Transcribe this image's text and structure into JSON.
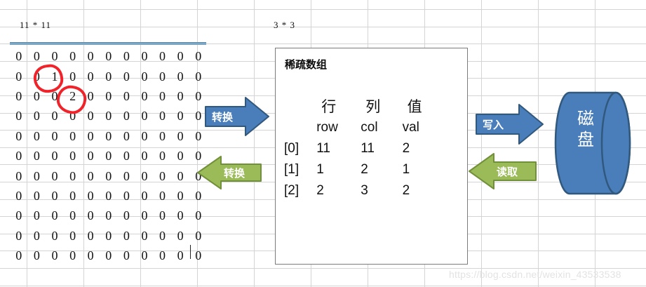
{
  "labels": {
    "matrix_size": "11 * 11",
    "sparse_size": "3 * 3"
  },
  "matrix": {
    "rows": 11,
    "cols": 11,
    "values": [
      [
        "0",
        "0",
        "0",
        "0",
        "0",
        "0",
        "0",
        "0",
        "0",
        "0",
        "0"
      ],
      [
        "0",
        "0",
        "1",
        "0",
        "0",
        "0",
        "0",
        "0",
        "0",
        "0",
        "0"
      ],
      [
        "0",
        "0",
        "0",
        "2",
        "0",
        "0",
        "0",
        "0",
        "0",
        "0",
        "0"
      ],
      [
        "0",
        "0",
        "0",
        "0",
        "0",
        "0",
        "0",
        "0",
        "0",
        "0",
        "0"
      ],
      [
        "0",
        "0",
        "0",
        "0",
        "0",
        "0",
        "0",
        "0",
        "0",
        "0",
        "0"
      ],
      [
        "0",
        "0",
        "0",
        "0",
        "0",
        "0",
        "0",
        "0",
        "0",
        "0",
        "0"
      ],
      [
        "0",
        "0",
        "0",
        "0",
        "0",
        "0",
        "0",
        "0",
        "0",
        "0",
        "0"
      ],
      [
        "0",
        "0",
        "0",
        "0",
        "0",
        "0",
        "0",
        "0",
        "0",
        "0",
        "0"
      ],
      [
        "0",
        "0",
        "0",
        "0",
        "0",
        "0",
        "0",
        "0",
        "0",
        "0",
        "0"
      ],
      [
        "0",
        "0",
        "0",
        "0",
        "0",
        "0",
        "0",
        "0",
        "0",
        "0",
        "0"
      ],
      [
        "0",
        "0",
        "0",
        "0",
        "0",
        "0",
        "0",
        "0",
        "0",
        "0",
        "0"
      ]
    ],
    "annotations": [
      {
        "name": "circled-one",
        "value": "1",
        "row": 1,
        "col": 2,
        "color": "#f0232a"
      },
      {
        "name": "circled-two",
        "value": "2",
        "row": 2,
        "col": 3,
        "color": "#f0232a"
      }
    ]
  },
  "card": {
    "title": "稀疏数组",
    "headers_cn": {
      "index": "",
      "row": "行",
      "col": "列",
      "val": "值"
    },
    "headers_en": {
      "index": "",
      "row": "row",
      "col": "col",
      "val": "val"
    },
    "rows": [
      {
        "index": "[0]",
        "row": "11",
        "col": "11",
        "val": "2"
      },
      {
        "index": "[1]",
        "row": "1",
        "col": "2",
        "val": "1"
      },
      {
        "index": "[2]",
        "row": "2",
        "col": "3",
        "val": "2"
      }
    ]
  },
  "arrows": {
    "convert_forward": {
      "label": "转换",
      "direction": "right",
      "color": "#4a7ebb"
    },
    "convert_back": {
      "label": "转换",
      "direction": "left",
      "color": "#9bbb59"
    },
    "write": {
      "label": "写入",
      "direction": "right",
      "color": "#4a7ebb"
    },
    "read": {
      "label": "读取",
      "direction": "left",
      "color": "#9bbb59"
    }
  },
  "disk": {
    "label": "磁盘",
    "color": "#4a7ebb",
    "border_color": "#31587d"
  },
  "watermark": {
    "text": "https://blog.csdn.net/weixin_43533538"
  },
  "colors": {
    "blue_fill": "#4a7ebb",
    "blue_border": "#31587d",
    "green_fill": "#9bbb59",
    "green_border": "#71903a",
    "grid_line": "#d4d4d4",
    "matrix_rule": "#7fa7c4"
  }
}
